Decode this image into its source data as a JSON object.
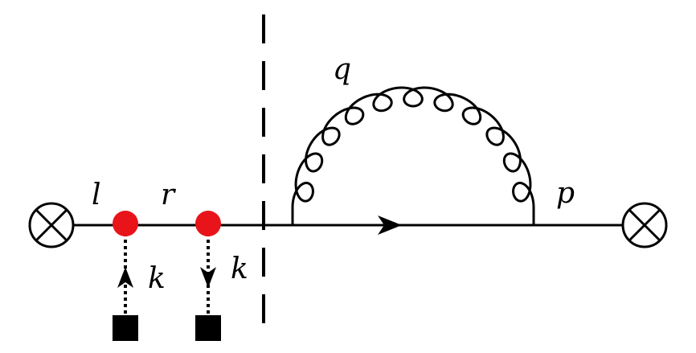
{
  "labels": {
    "l": "l",
    "r": "r",
    "q": "q",
    "p": "p",
    "k_left": "k",
    "k_right": "k"
  },
  "colors": {
    "line": "#000000",
    "vertex": "#e8141a",
    "background": "#ffffff"
  },
  "icons": {
    "operator_insertion": "circle-cross-icon",
    "source": "square-icon"
  }
}
